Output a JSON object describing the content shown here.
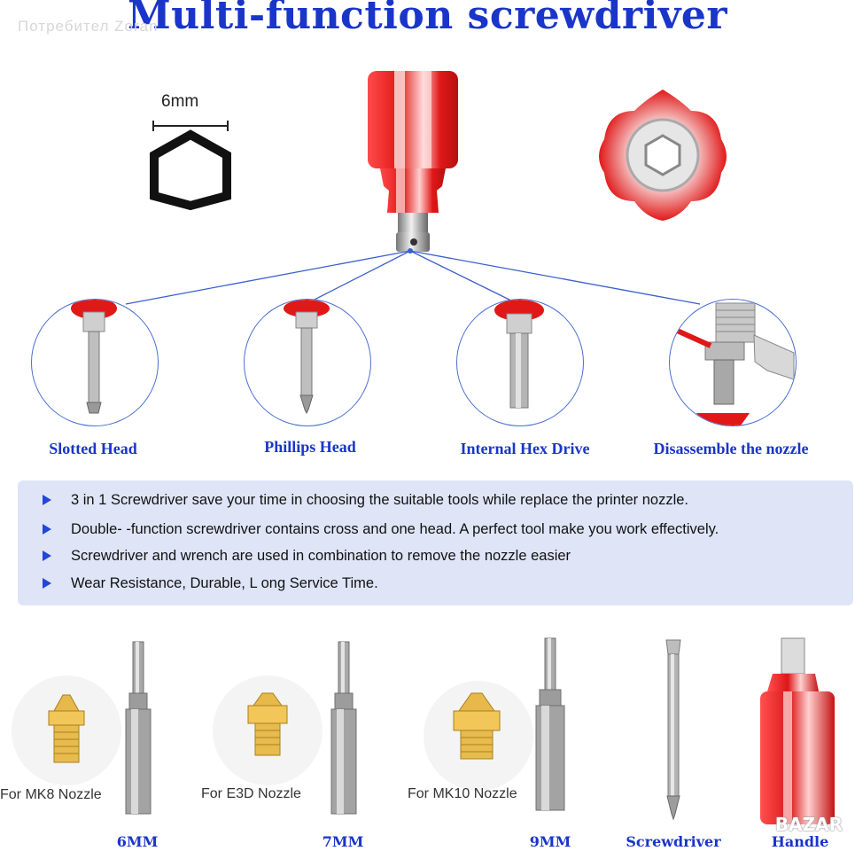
{
  "title": "Multi-function screwdriver",
  "watermark": "Потребител Zoran",
  "hex_size": "6mm",
  "features": [
    {
      "label": "Slotted Head",
      "icon": "slotted-bit-icon"
    },
    {
      "label": "Phillips Head",
      "icon": "phillips-bit-icon"
    },
    {
      "label": "Internal Hex Drive",
      "icon": "hex-bit-icon"
    },
    {
      "label": "Disassemble the nozzle",
      "icon": "wrench-nozzle-icon"
    }
  ],
  "bullets": [
    "3 in 1 Screwdriver save your time in choosing the suitable tools while replace the printer nozzle.",
    "Double- -function screwdriver contains cross and one head. A perfect tool make you work effectively.",
    "Screwdriver and wrench are used in combination to remove the nozzle easier",
    "Wear Resistance, Durable, L ong Service Time."
  ],
  "nozzles": [
    {
      "label": "For MK8 Nozzle",
      "size": "6MM"
    },
    {
      "label": "For E3D Nozzle",
      "size": "7MM"
    },
    {
      "label": "For MK10 Nozzle",
      "size": "9MM"
    }
  ],
  "tools": [
    {
      "size": "Screwdriver"
    },
    {
      "size": "Handle"
    }
  ],
  "bazar_mark": "BAZAR",
  "colors": {
    "accent": "#1a35c9",
    "handle_red": "#e01818",
    "box_bg": "#dfe5f7",
    "bullet": "#2346d8"
  }
}
